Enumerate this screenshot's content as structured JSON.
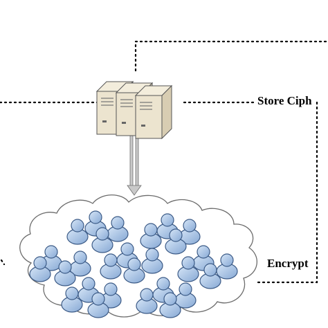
{
  "labels": {
    "store": "Store Ciph",
    "encrypt": "Encrypt"
  },
  "colors": {
    "line": "#000000",
    "cloud_stroke": "#666666",
    "server_front": "#ece4cf",
    "server_side": "#d8cdb2",
    "server_top": "#f3eddc",
    "person_fill": "#a9c3e4",
    "person_stroke": "#3b5a86",
    "arrow_fill": "#c9c9c9",
    "arrow_stroke": "#6f6f6f"
  },
  "icons": {
    "server": "server-icon",
    "person": "user-icon",
    "cloud": "cloud-outline"
  }
}
